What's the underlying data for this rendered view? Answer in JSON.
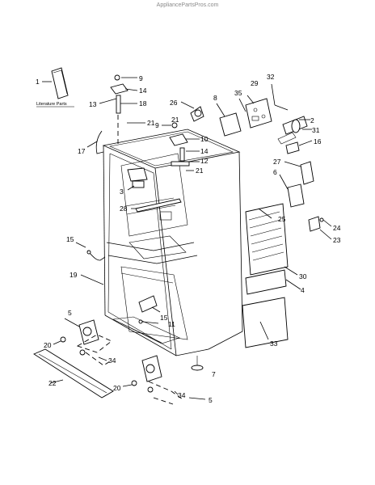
{
  "source_text": "AppliancePartsPros.com",
  "literature_label": "Literature Parts",
  "callouts": [
    "1",
    "2",
    "3",
    "4",
    "5",
    "5",
    "6",
    "7",
    "8",
    "9",
    "9",
    "10",
    "11",
    "12",
    "13",
    "14",
    "14",
    "15",
    "15",
    "16",
    "17",
    "18",
    "19",
    "20",
    "20",
    "21",
    "21",
    "21",
    "22",
    "23",
    "24",
    "25",
    "26",
    "27",
    "28",
    "29",
    "30",
    "31",
    "32",
    "33",
    "34",
    "34",
    "35"
  ]
}
